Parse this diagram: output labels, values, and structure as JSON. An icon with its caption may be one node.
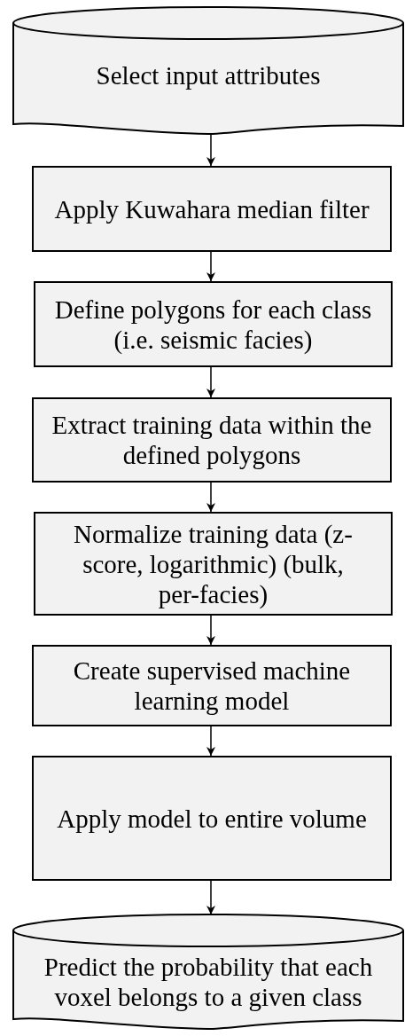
{
  "diagram": {
    "nodes": [
      {
        "text": [
          "Select input attributes"
        ]
      },
      {
        "text": [
          "Apply Kuwahara median filter"
        ]
      },
      {
        "text": [
          "Define polygons for each class (i.e. seismic facies)"
        ]
      },
      {
        "text": [
          "Extract training data within the defined polygons"
        ]
      },
      {
        "text": [
          "Normalize training data (z-score, logarithmic) (bulk, per-facies)"
        ]
      },
      {
        "text": [
          "Create supervised machine learning model"
        ]
      },
      {
        "text": [
          "Apply model to entire volume"
        ]
      },
      {
        "text": [
          "Predict the probability that each voxel belongs to a given class"
        ]
      }
    ],
    "edges": [
      {
        "from": 0,
        "to": 1,
        "arrow": "to"
      },
      {
        "from": 1,
        "to": 2,
        "arrow": "to"
      },
      {
        "from": 2,
        "to": 3,
        "arrow": "to"
      },
      {
        "from": 3,
        "to": 4,
        "arrow": "to"
      },
      {
        "from": 4,
        "to": 5,
        "arrow": "to"
      },
      {
        "from": 5,
        "to": 6,
        "arrow": "to"
      },
      {
        "from": 6,
        "to": 7,
        "arrow": "to"
      }
    ]
  }
}
